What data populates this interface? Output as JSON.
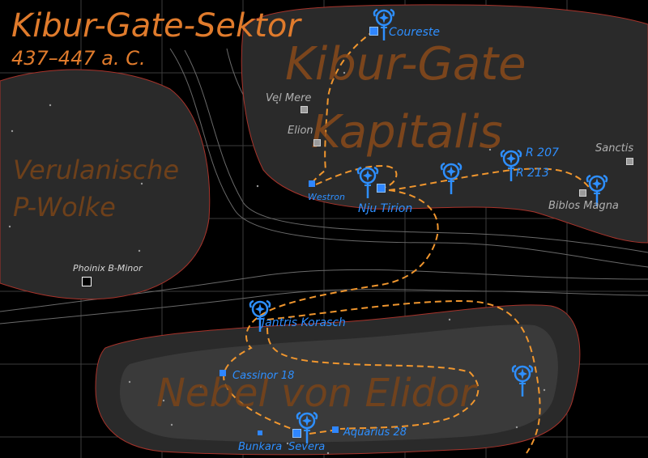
{
  "map": {
    "title": "Kibur-Gate-Sektor",
    "subtitle": "437–447 a. C.",
    "regions": {
      "kibur_gate_line1": "Kibur-Gate",
      "kibur_gate_line2": "Kapitalis",
      "verulanische_line1": "Verulanische",
      "verulanische_line2": "P-Wolke",
      "nebel": "Nebel von Elidor"
    },
    "systems": {
      "coureste": "Coureste",
      "vel_mere": "Vel Mere",
      "elion": "Elion",
      "westron": "Westron",
      "nju_tirion": "Nju Tirion",
      "r207": "R 207",
      "r213": "R 213",
      "sanctis": "Sanctis",
      "biblos_magna": "Biblos Magna",
      "phoinix": "Phoinix B-Minor",
      "jantris": "Jantris Korasch",
      "cassinor": "Cassinor 18",
      "bunkara": "Bunkara",
      "severa": "Severa",
      "aquarius": "Aquarius 28"
    },
    "icon_name": "imperial-emblem-icon",
    "colors": {
      "title": "#e07b2c",
      "route": "#f0962e",
      "system_blue": "#2e8fff",
      "system_gray": "#b0b0b0",
      "region_fill": "#2a2a2a",
      "region_border": "#a8332a"
    }
  }
}
